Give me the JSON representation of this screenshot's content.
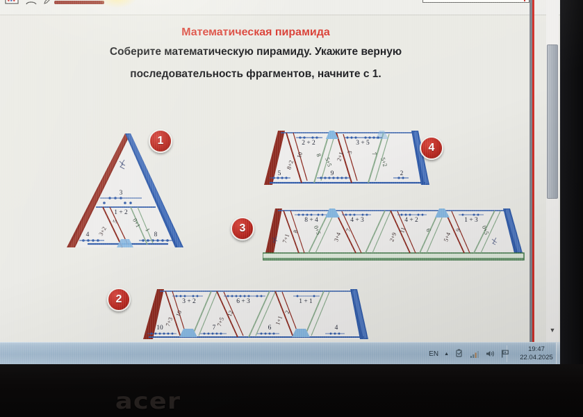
{
  "slide": {
    "title": "Математическая пирамида",
    "subtitle_line1": "Соберите математическую пирамиду. Укажите верную",
    "subtitle_line2": "последовательность фрагментов, начните с 1.",
    "title_color": "#d6342b",
    "text_color": "#15161a"
  },
  "badges": [
    {
      "id": "badge1",
      "label": "1"
    },
    {
      "id": "badge2",
      "label": "2"
    },
    {
      "id": "badge3",
      "label": "3"
    },
    {
      "id": "badge4",
      "label": "4"
    }
  ],
  "pieces": {
    "piece1": {
      "name": "Фрагмент 1",
      "shape": "triangle-apex",
      "top_labels": [
        "3",
        "1 + 2"
      ],
      "base_labels": [
        "4",
        "8"
      ],
      "diagonal_labels": [
        "3+2",
        "5",
        "0+1",
        "1"
      ],
      "edge_left_color": "#8c2a20",
      "edge_right_color": "#2f5aa8"
    },
    "piece4": {
      "name": "Фрагмент 4",
      "shape": "zigzag-strip",
      "top_labels": [
        "2 + 2",
        "3 + 5"
      ],
      "base_labels": [
        "5",
        "9",
        "2"
      ],
      "diagonal_labels": [
        "8+2",
        "10",
        "8",
        "5+5",
        "2+1",
        "3",
        "7",
        "5+2"
      ],
      "edge_left_color": "#8c2a20",
      "edge_right_color": "#2f5aa8"
    },
    "piece3": {
      "name": "Фрагмент 3",
      "shape": "zigzag-strip-wide",
      "top_labels": [
        "8 + 4",
        "4 + 3",
        "4 + 2",
        "1 + 3"
      ],
      "base_labels": [],
      "diagonal_labels": [
        "7+1",
        "8",
        "0+5",
        "3+4",
        "7",
        "2+9",
        "11",
        "6",
        "5+4",
        "9",
        "0+5"
      ],
      "edge_left_color": "#8c2a20",
      "edge_right_color": "#2f5aa8",
      "base_bar_color": "#2f6b38"
    },
    "piece2": {
      "name": "Фрагмент 2",
      "shape": "zigzag-strip",
      "top_labels": [
        "3 + 2",
        "6 + 3",
        "1 + 1"
      ],
      "base_labels": [
        "10",
        "7",
        "6",
        "4"
      ],
      "diagonal_labels": [
        "7+3",
        "10",
        "7+5",
        "12",
        "1+1",
        "2"
      ],
      "edge_left_color": "#8c2a20",
      "edge_right_color": "#2f5aa8"
    }
  },
  "top_chrome": {
    "icons": [
      "chart-icon",
      "person-icon",
      "pen-icon"
    ],
    "pen_stroke_color": "#8d2018"
  },
  "window_chrome": {
    "border_color": "#cf2b24",
    "scroll_down_arrow": "▼"
  },
  "taskbar": {
    "language": "EN",
    "chevron": "▲",
    "icons": [
      "usb-drive-icon",
      "network-signal-icon",
      "volume-icon",
      "flag-icon"
    ],
    "time": "19:47",
    "date": "22.04.2025"
  },
  "device": {
    "brand": "acer"
  }
}
